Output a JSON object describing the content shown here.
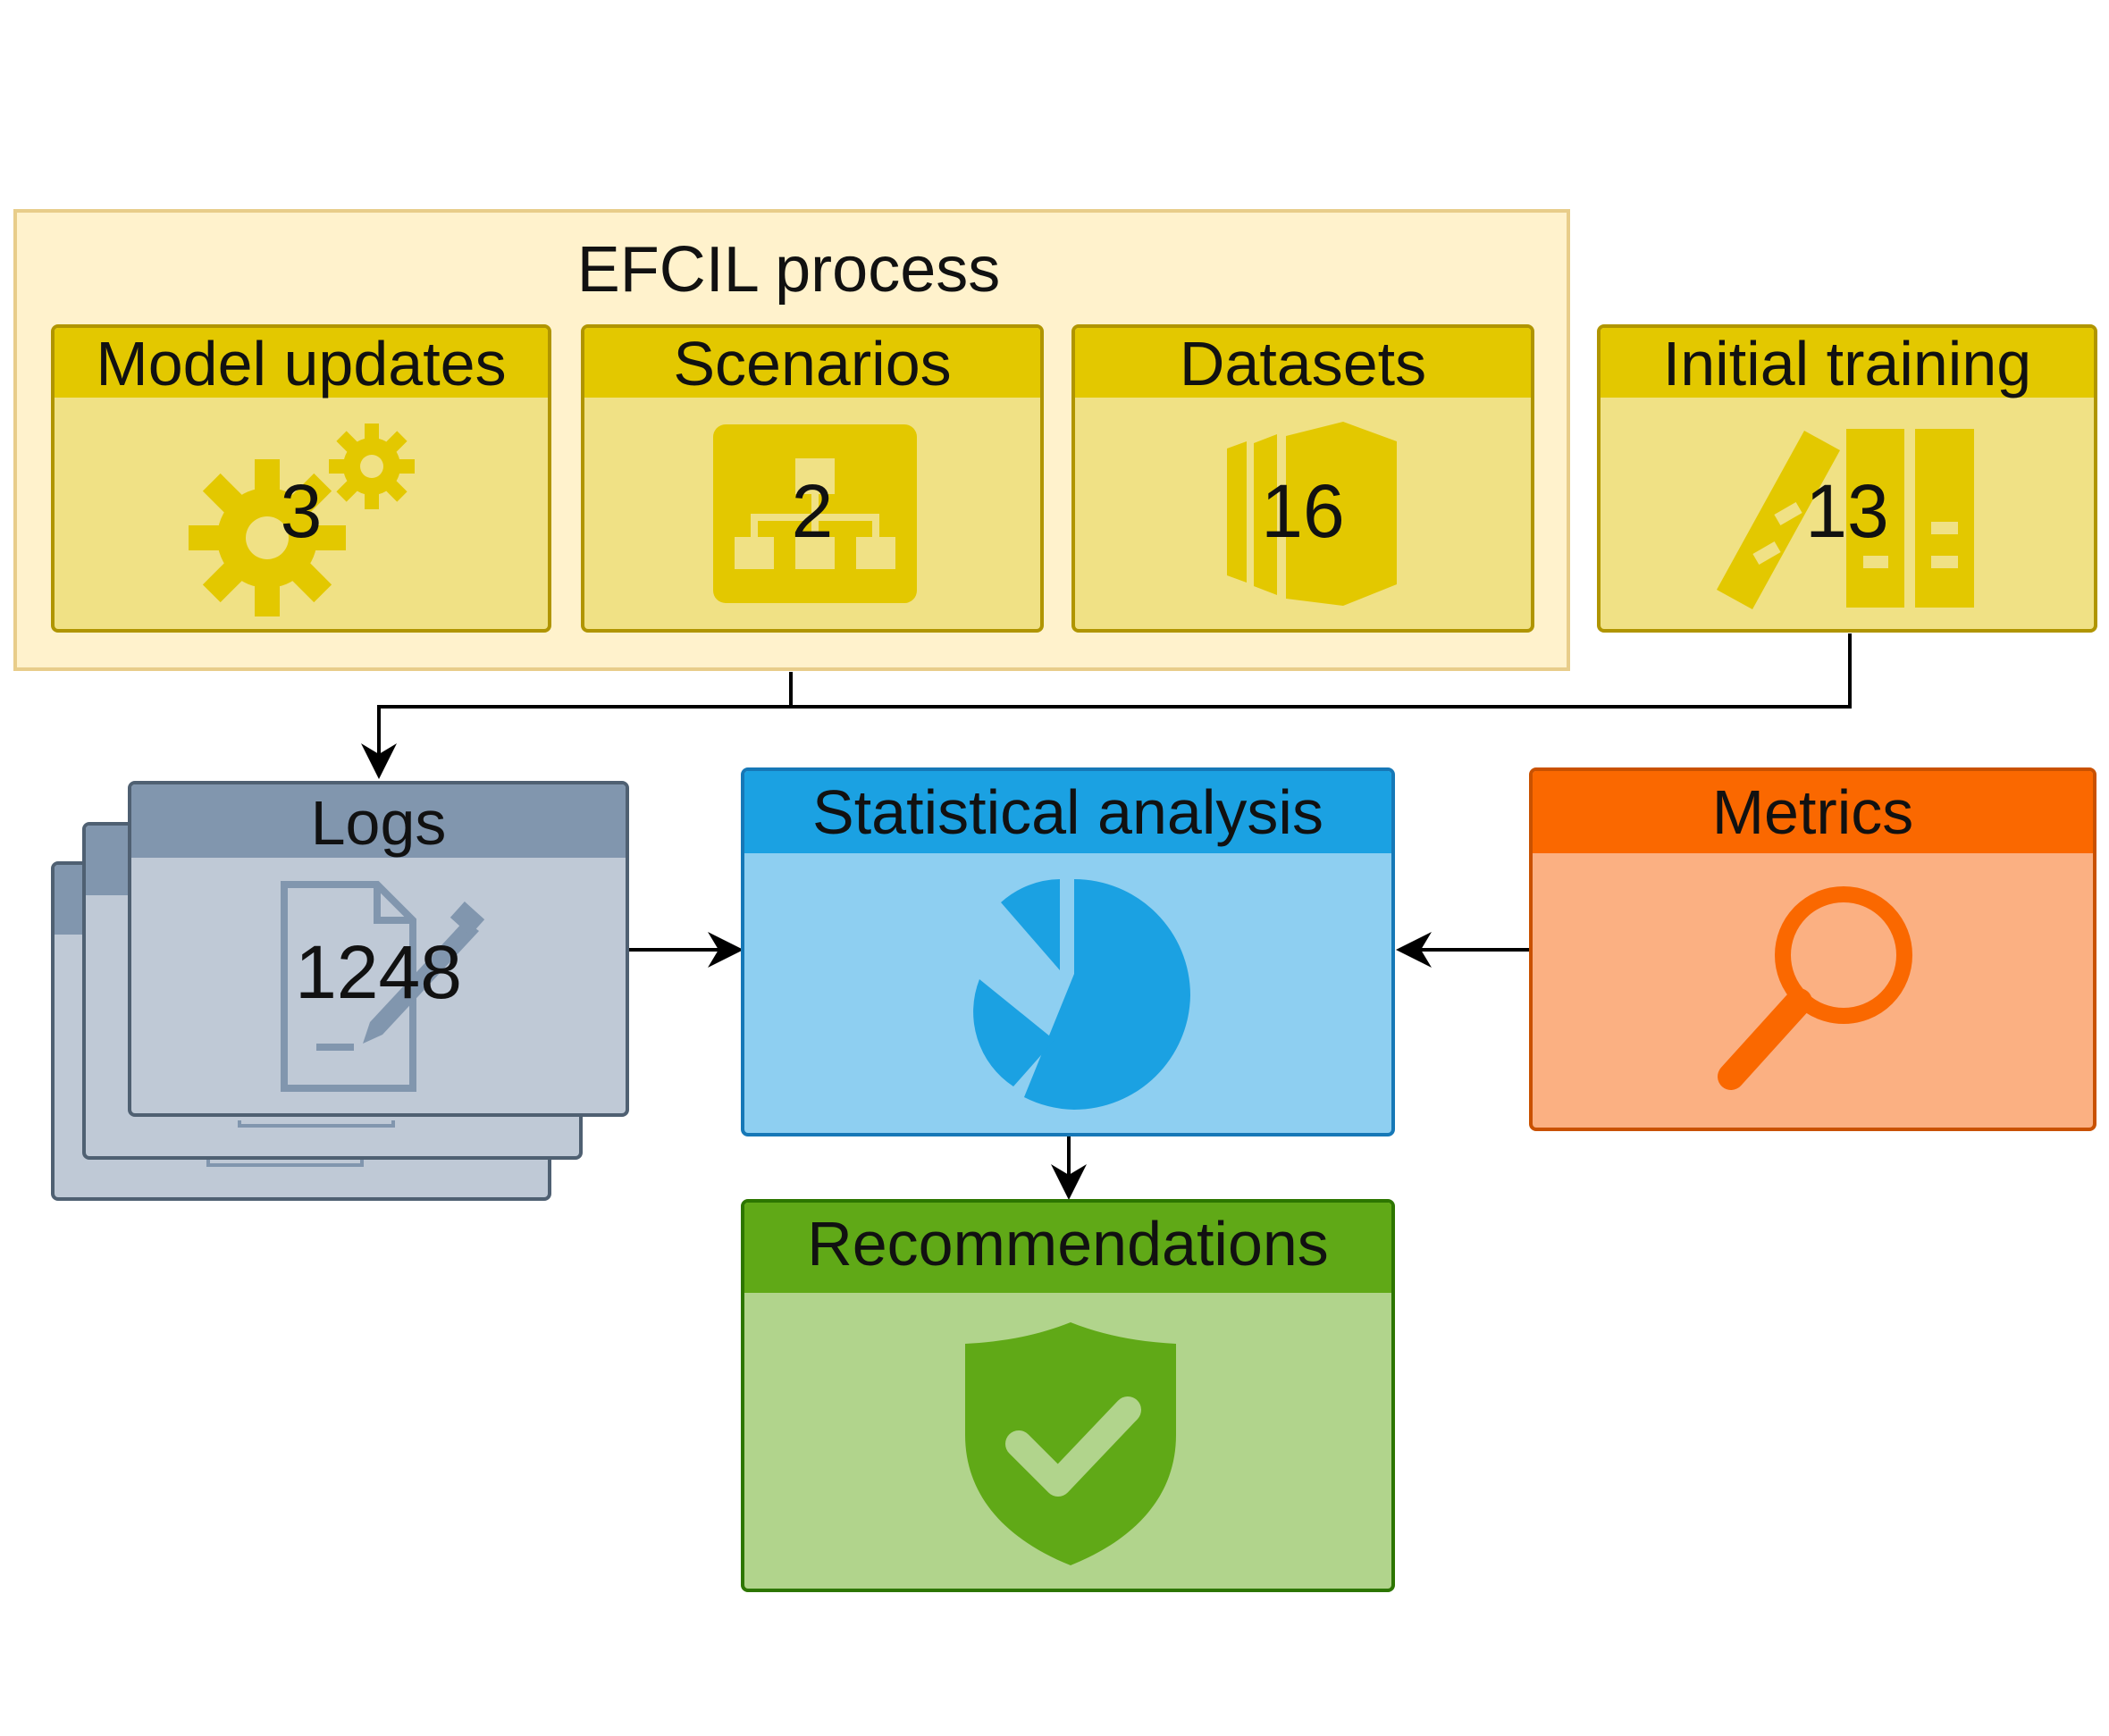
{
  "group": {
    "title": "EFCIL process"
  },
  "cards": {
    "model_updates": {
      "title": "Model updates",
      "count": "3",
      "icon": "gears-icon"
    },
    "scenarios": {
      "title": "Scenarios",
      "count": "2",
      "icon": "hierarchy-icon"
    },
    "datasets": {
      "title": "Datasets",
      "count": "16",
      "icon": "dataset-stack-icon"
    },
    "initial_training": {
      "title": "Initial training",
      "count": "13",
      "icon": "binders-icon"
    },
    "logs": {
      "title": "Logs",
      "count": "1248",
      "icon": "document-edit-icon"
    },
    "statistical_analysis": {
      "title": "Statistical analysis",
      "icon": "pie-chart-icon"
    },
    "metrics": {
      "title": "Metrics",
      "icon": "magnifier-icon"
    },
    "recommendations": {
      "title": "Recommendations",
      "icon": "shield-check-icon"
    }
  },
  "colors": {
    "yellow_fill": "#f0e185",
    "yellow_head": "#e3c800",
    "yellow_border": "#b09500",
    "group_fill": "#fff2cc",
    "group_border": "#e8cd8a",
    "grey_fill": "#bfc9d6",
    "grey_head": "#8196ae",
    "grey_border": "#4f6072",
    "blue_fill": "#8ecff1",
    "blue_head": "#1ba1e2",
    "blue_border": "#1678b7",
    "orange_fill": "#fbb082",
    "orange_head": "#fa6800",
    "orange_border": "#c95100",
    "green_fill": "#b1d48c",
    "green_head": "#60a917",
    "green_border": "#2d7600"
  }
}
